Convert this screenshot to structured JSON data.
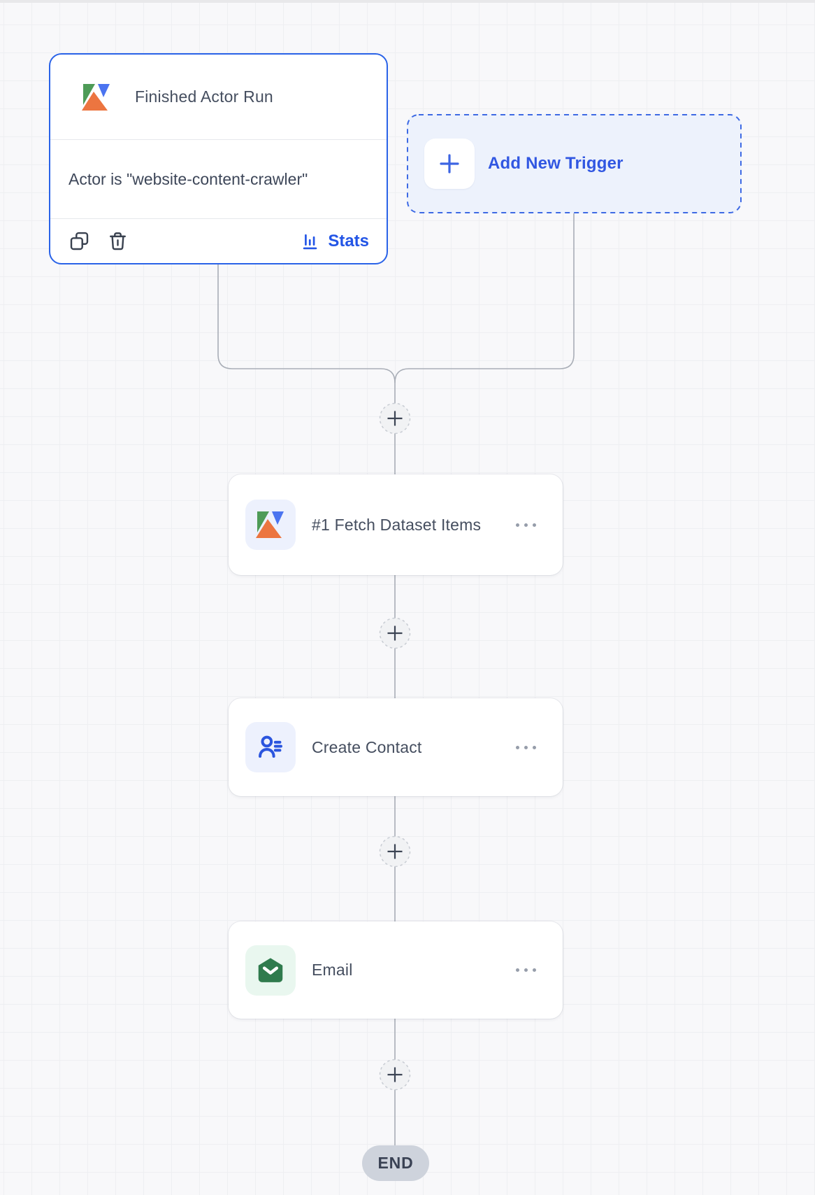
{
  "canvas": {
    "background": "#F8F8FA",
    "grid_line": "#EEEFF2",
    "connector_color": "#A9AEB7",
    "accent_blue": "#2A63E8"
  },
  "trigger_card": {
    "title": "Finished Actor Run",
    "condition": "Actor is \"website-content-crawler\"",
    "stats_label": "Stats",
    "app_icon": "apify-logo",
    "footer_icons": [
      "copy-icon",
      "trash-icon",
      "bar-chart-icon"
    ]
  },
  "add_trigger": {
    "label": "Add New Trigger",
    "icon": "plus-icon",
    "text_color": "#3157E2"
  },
  "nodes": [
    {
      "title": "#1 Fetch Dataset Items",
      "icon": "apify-logo",
      "menu_icon": "kebab-menu-icon"
    },
    {
      "title": "Create Contact",
      "icon": "contact-icon",
      "menu_icon": "kebab-menu-icon"
    },
    {
      "title": "Email",
      "icon": "mail-open-icon",
      "menu_icon": "kebab-menu-icon"
    }
  ],
  "plus_nodes": {
    "count": 4,
    "symbol": "+"
  },
  "end": {
    "label": "END"
  }
}
